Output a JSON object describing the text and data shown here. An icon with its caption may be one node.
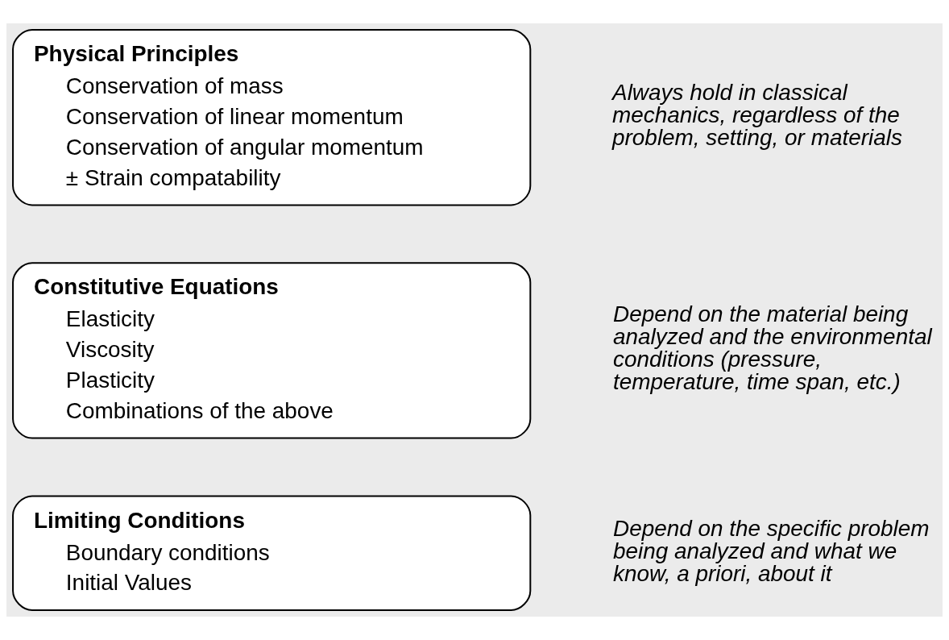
{
  "diagram": {
    "nodes": [
      {
        "text": [
          "Physical Principles",
          "Conservation of mass",
          "Conservation of linear momentum",
          "Conservation of angular momentum",
          "± Strain compatability"
        ],
        "beside": [
          "Always hold in classical mechanics, regardless of the problem, setting, or materials"
        ]
      },
      {
        "text": [
          "Constitutive Equations",
          "Elasticity",
          "Viscosity",
          "Plasticity",
          "Combinations of the above"
        ],
        "beside": [
          "Depend on the material being analyzed and the environmental conditions (pressure, temperature, time span, etc.)"
        ]
      },
      {
        "text": [
          "Limiting Conditions",
          "Boundary conditions",
          "Initial Values"
        ],
        "beside": [
          "Depend on the specific problem being analyzed and what we know, a priori, about it"
        ]
      }
    ]
  }
}
